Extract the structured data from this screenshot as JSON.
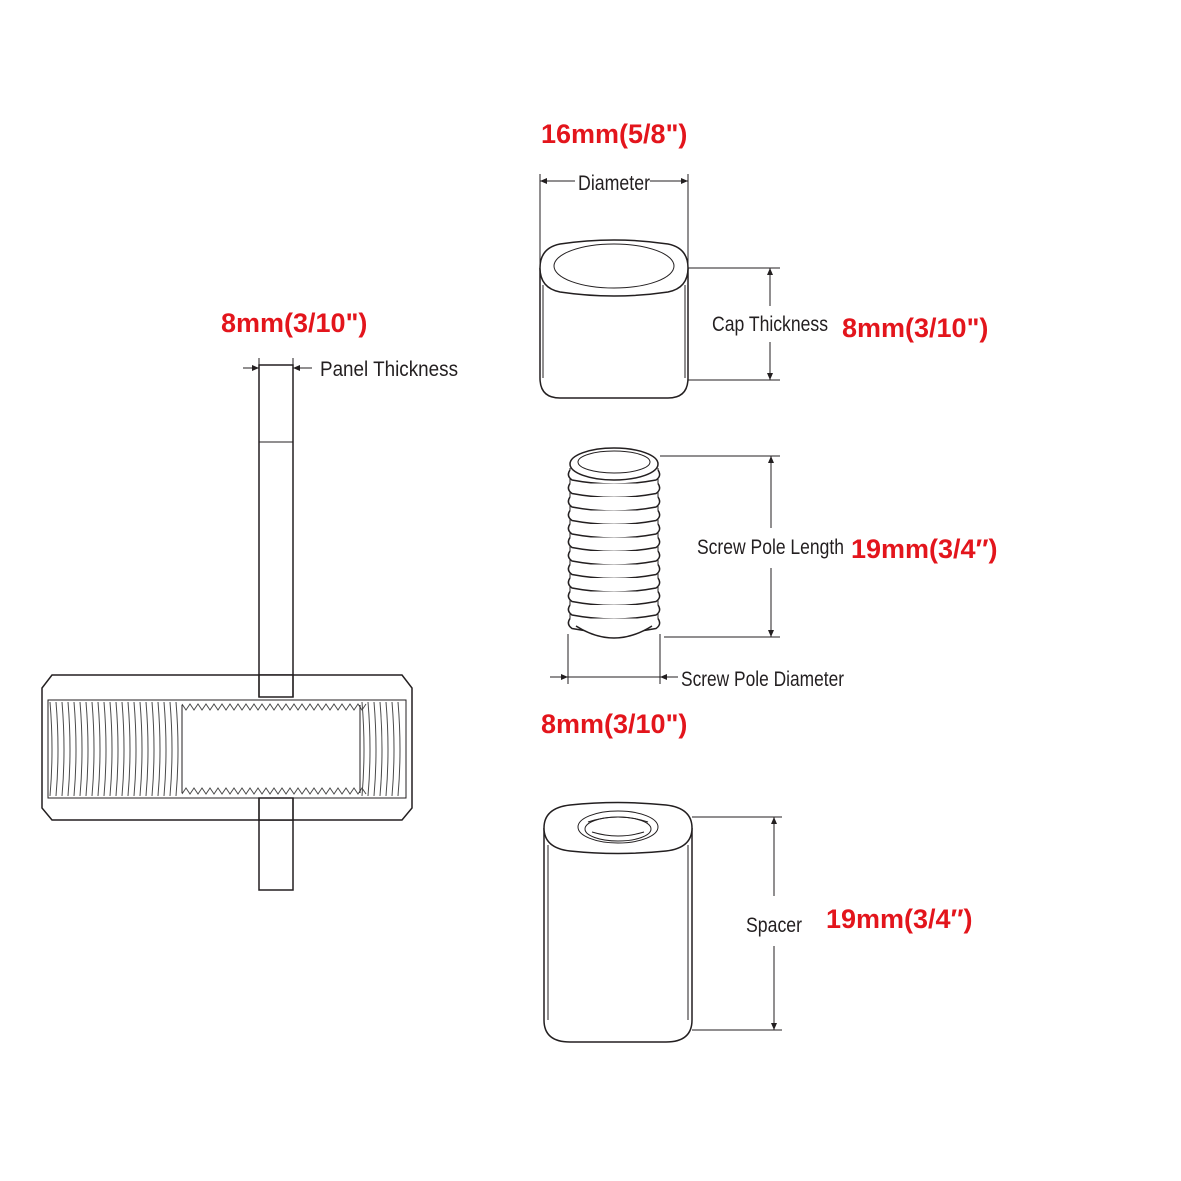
{
  "left_assembly": {
    "dimension": "8mm(3/10\")",
    "label": "Panel  Thickness"
  },
  "cap": {
    "diameter_dimension": "16mm(5/8\")",
    "diameter_label": "Diameter",
    "thickness_label": "Cap Thickness",
    "thickness_dimension": "8mm(3/10\")"
  },
  "screw_pole": {
    "length_label": "Screw Pole Length",
    "length_dimension": "19mm(3/4″)",
    "diameter_label": "Screw Pole Diameter",
    "diameter_dimension": "8mm(3/10\")"
  },
  "spacer": {
    "label": "Spacer",
    "dimension": "19mm(3/4″)"
  },
  "colors": {
    "dimension_text": "#e3151c",
    "line_art": "#231f20"
  }
}
